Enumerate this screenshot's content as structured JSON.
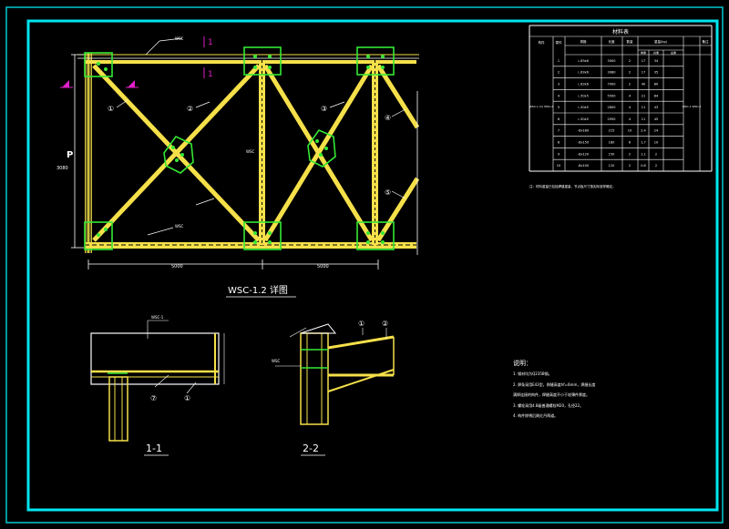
{
  "drawing": {
    "main_title": "WSC-1.2 详图",
    "section_1_title": "1-1",
    "section_2_title": "2-2",
    "section_cut_mark_top": "1",
    "section_cut_mark_bottom": "1",
    "height_dim": "3080",
    "left_dim_label": "P",
    "bottom_dims": [
      "5000",
      "5000"
    ],
    "callouts": [
      "①",
      "②",
      "③",
      "④",
      "⑤"
    ],
    "member_tags": [
      "WSC",
      "WSC",
      "WSC"
    ],
    "sec1_tags": [
      "WSC-1",
      "⑦",
      "①"
    ],
    "sec2_tags": [
      "①",
      "②",
      "WSC"
    ]
  },
  "material_table": {
    "title": "材料表",
    "headers": [
      "构件",
      "零件",
      "规格",
      "长度",
      "数量",
      "重量(kg)",
      "",
      "",
      "备注"
    ],
    "sub_headers": [
      "单重",
      "共重",
      "总重"
    ],
    "group_label": "WSC-1 (1) WSC-2",
    "remark": "WSC-1 WSC-2",
    "rows": [
      [
        "1",
        "∟63x6",
        "3000",
        "2",
        "17",
        "34"
      ],
      [
        "2",
        "∟63x6",
        "3080",
        "2",
        "17",
        "35"
      ],
      [
        "3",
        "∟63x6",
        "7000",
        "2",
        "40",
        "80"
      ],
      [
        "4",
        "∟50x5",
        "5500",
        "4",
        "21",
        "84"
      ],
      [
        "5",
        "∟50x5",
        "2800",
        "4",
        "11",
        "43"
      ],
      [
        "6",
        "∟50x5",
        "2950",
        "4",
        "11",
        "45"
      ],
      [
        "7",
        "-8x180",
        "215",
        "10",
        "2.4",
        "24"
      ],
      [
        "8",
        "-8x150",
        "180",
        "6",
        "1.7",
        "10"
      ],
      [
        "9",
        "-8x120",
        "150",
        "2",
        "1.1",
        "2"
      ],
      [
        "10",
        "-8x100",
        "120",
        "2",
        "0.8",
        "2"
      ]
    ],
    "note": "注：材料重量已包括焊缝重量，节点板尺寸按实际放样确定。"
  },
  "notes": {
    "heading": "说明：",
    "lines": [
      "1. 钢材均为Q235B钢。",
      "2. 焊条采用E43型，焊缝高度hf=6mm，焊缝长度",
      "   满焊连接的构件，焊缝高度不小于较薄件厚度。",
      "3. 螺栓采用4.8级普通螺栓M20，孔径22。",
      "4. 构件除锈后刷红丹两道。"
    ]
  },
  "colors": {
    "background": "#000000",
    "frame": "#00e5ee",
    "member": "#f5e04a",
    "plate": "#35e835",
    "text": "#ffffff",
    "dimension": "#ffffff",
    "mark": "#e020c8"
  }
}
